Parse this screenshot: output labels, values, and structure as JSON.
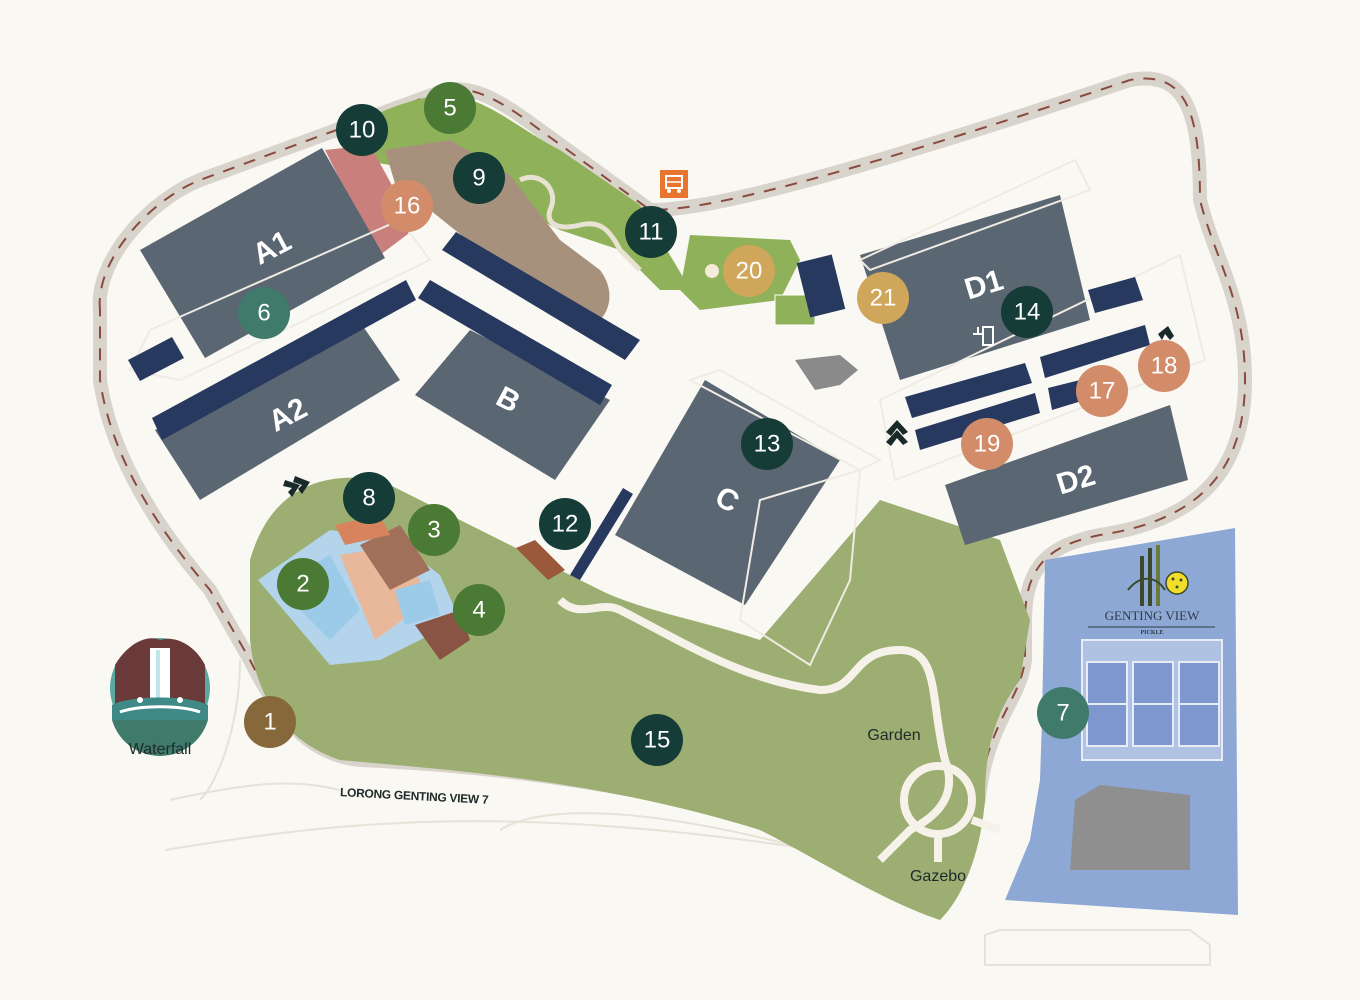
{
  "colors": {
    "background": "#faf8f2",
    "grass": "#9cae72",
    "grass_light": "#8fb15a",
    "building": "#5b6673",
    "solar_panel": "#27395f",
    "road": "#d8d3cb",
    "road_dash": "#8a4a3f",
    "court_area": "#8ea8d6",
    "court": "#7e97cf",
    "marker_dark": "#153c36",
    "marker_green": "#4a7a33",
    "marker_teal": "#3f7a6b",
    "marker_salmon": "#d38c6a",
    "marker_gold": "#cfa65a",
    "marker_brown": "#86683a",
    "plaza_brown": "#a8917c",
    "plaza_pink": "#c9807d"
  },
  "buildings": {
    "a1": "A1",
    "a2": "A2",
    "b": "B",
    "c": "C",
    "d1": "D1",
    "d2": "D2"
  },
  "markers": [
    {
      "label": "1",
      "color": "marker_brown"
    },
    {
      "label": "2",
      "color": "marker_green"
    },
    {
      "label": "3",
      "color": "marker_green"
    },
    {
      "label": "4",
      "color": "marker_green"
    },
    {
      "label": "5",
      "color": "marker_green"
    },
    {
      "label": "6",
      "color": "marker_teal"
    },
    {
      "label": "7",
      "color": "marker_teal"
    },
    {
      "label": "8",
      "color": "marker_dark"
    },
    {
      "label": "9",
      "color": "marker_dark"
    },
    {
      "label": "10",
      "color": "marker_dark"
    },
    {
      "label": "11",
      "color": "marker_dark"
    },
    {
      "label": "12",
      "color": "marker_dark"
    },
    {
      "label": "13",
      "color": "marker_dark"
    },
    {
      "label": "14",
      "color": "marker_dark"
    },
    {
      "label": "15",
      "color": "marker_dark"
    },
    {
      "label": "16",
      "color": "marker_salmon"
    },
    {
      "label": "17",
      "color": "marker_salmon"
    },
    {
      "label": "18",
      "color": "marker_salmon"
    },
    {
      "label": "19",
      "color": "marker_salmon"
    },
    {
      "label": "20",
      "color": "marker_gold"
    },
    {
      "label": "21",
      "color": "marker_gold"
    }
  ],
  "labels": {
    "waterfall": "Waterfall",
    "garden": "Garden",
    "gazebo": "Gazebo",
    "road": "LORONG GENTING VIEW 7"
  },
  "pickle_brand": {
    "name": "GENTING VIEW",
    "sub": "PICKLE"
  },
  "icons": {
    "parking": "bus-stop-icon",
    "entrance": "entrance-arrow-icon",
    "waterfall": "waterfall-icon",
    "pickleball": "pickleball-icon",
    "toilet": "toilet-icon"
  }
}
